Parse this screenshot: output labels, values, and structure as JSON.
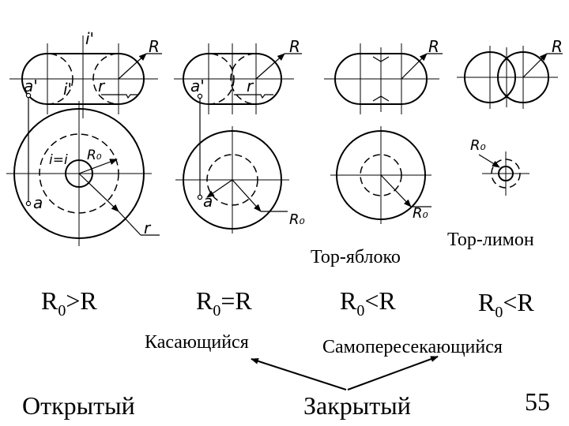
{
  "diagrams": {
    "d1": {
      "top_i": "i'",
      "top_a": "a'",
      "top_i2": "i'",
      "top_r": "r",
      "top_R": "R",
      "bot_ii": "i=i",
      "bot_R0": "R₀",
      "bot_a": "a",
      "bot_r": "r"
    },
    "d2": {
      "top_a": "a'",
      "top_r": "r",
      "top_R": "R",
      "bot_a": "a",
      "bot_R0": "R₀"
    },
    "d3": {
      "top_R": "R",
      "bot_R0": "R₀"
    },
    "d4": {
      "top_R": "R",
      "bot_R0": "R₀"
    }
  },
  "names": {
    "apple": "Тор-яблоко",
    "lemon": "Тор-лимон"
  },
  "conditions": [
    {
      "base": "R",
      "sub": "0",
      "op": ">R"
    },
    {
      "base": "R",
      "sub": "0",
      "op": "=R"
    },
    {
      "base": "R",
      "sub": "0",
      "op": "<R"
    },
    {
      "base": "R",
      "sub": "0",
      "op": "<R"
    }
  ],
  "categories": {
    "tangent": "Касающийся",
    "self_intersecting": "Самопересекающийся",
    "open": "Открытый",
    "closed": "Закрытый"
  },
  "page_number": "55"
}
